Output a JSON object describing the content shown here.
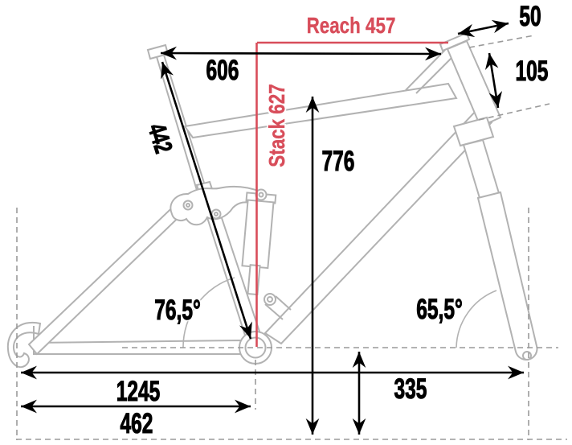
{
  "diagram": {
    "title": "Full-suspension bicycle frame geometry drawing",
    "colors": {
      "accent_red": "#d84d5a",
      "frame_gray": "#b2b2b2",
      "construction_dash_gray": "#9a9a9a",
      "dimension_black": "#000000",
      "background": "#ffffff"
    },
    "dimensions": {
      "reach": {
        "label": "Reach 457"
      },
      "stack": {
        "label": "Stack 627"
      },
      "top_tube": {
        "label": "606"
      },
      "seat_tube": {
        "label": "442"
      },
      "standover": {
        "label": "776"
      },
      "stem": {
        "label": "50"
      },
      "head_tube": {
        "label": "105"
      },
      "seat_tube_angle": {
        "label": "76,5°"
      },
      "head_tube_angle": {
        "label": "65,5°"
      },
      "wheelbase": {
        "label": "1245"
      },
      "rear_center": {
        "label": "462"
      },
      "bb_height": {
        "label": "335"
      }
    }
  }
}
